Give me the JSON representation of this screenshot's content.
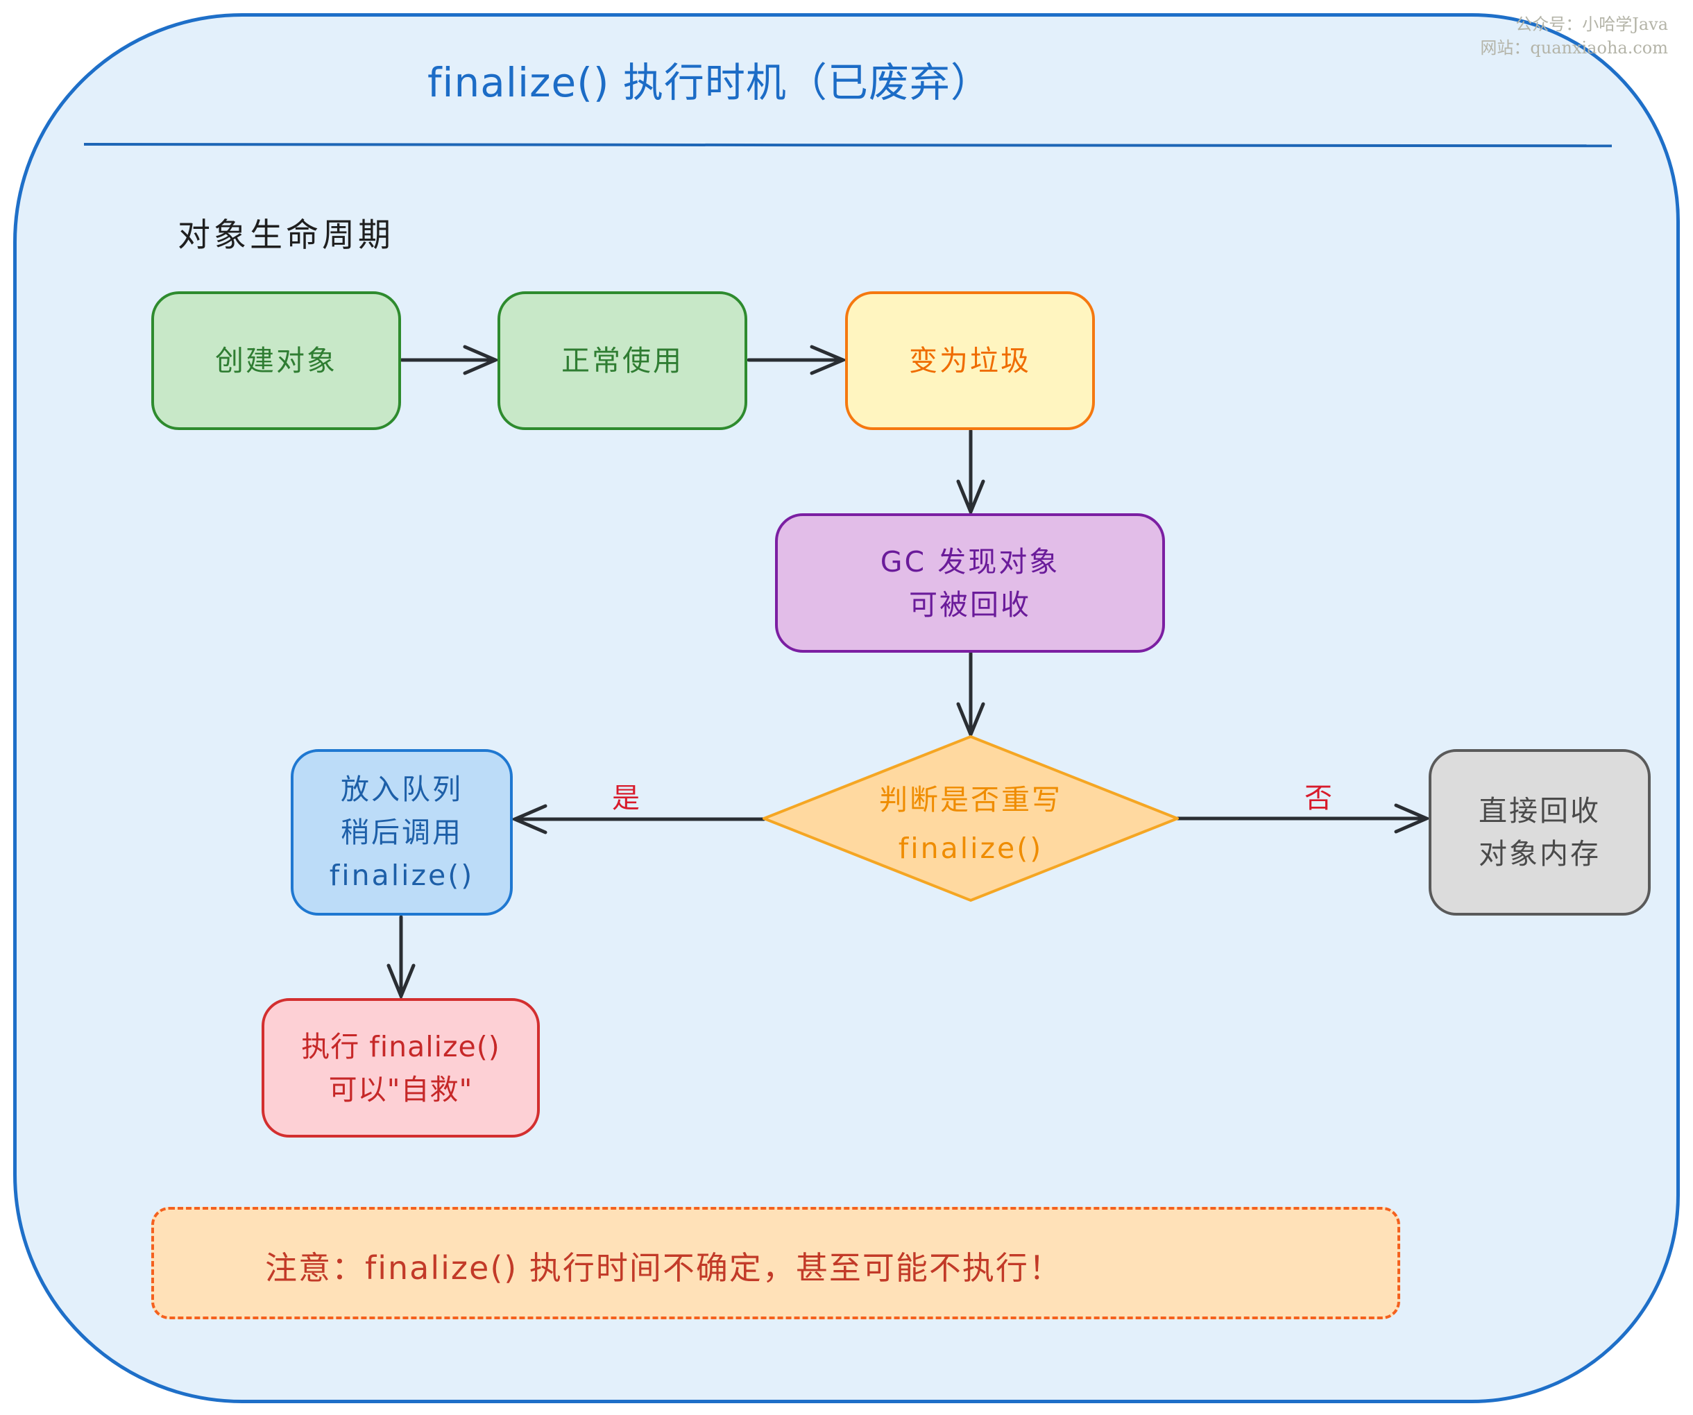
{
  "diagram": {
    "title": "finalize() 执行时机（已废弃）",
    "section_label": "对象生命周期",
    "nodes": {
      "create": {
        "lines": [
          "创建对象"
        ],
        "color": "#2e8b2e"
      },
      "use": {
        "lines": [
          "正常使用"
        ],
        "color": "#2e8b2e"
      },
      "garbage": {
        "lines": [
          "变为垃圾"
        ],
        "color": "#f5780f"
      },
      "gc": {
        "lines": [
          "GC 发现对象",
          "可被回收"
        ],
        "color": "#7b1fa2"
      },
      "decision": {
        "lines": [
          "判断是否重写",
          "finalize()"
        ],
        "color": "#f5a623"
      },
      "queue": {
        "lines": [
          "放入队列",
          "稍后调用",
          "finalize()"
        ],
        "color": "#1f78d1"
      },
      "execute": {
        "lines": [
          "执行 finalize()",
          "可以\"自救\""
        ],
        "color": "#d32f2f"
      },
      "reclaim": {
        "lines": [
          "直接回收",
          "对象内存"
        ],
        "color": "#5a5a5a"
      }
    },
    "edges": [
      {
        "from": "create",
        "to": "use",
        "label": ""
      },
      {
        "from": "use",
        "to": "garbage",
        "label": ""
      },
      {
        "from": "garbage",
        "to": "gc",
        "label": ""
      },
      {
        "from": "gc",
        "to": "decision",
        "label": ""
      },
      {
        "from": "decision",
        "to": "queue",
        "label": "是"
      },
      {
        "from": "decision",
        "to": "reclaim",
        "label": "否"
      },
      {
        "from": "queue",
        "to": "execute",
        "label": ""
      }
    ],
    "notice": "注意：finalize() 执行时间不确定，甚至可能不执行！"
  },
  "watermark": {
    "line1": "公众号：小哈学Java",
    "line2": "网站：quanxiaoha.com"
  }
}
